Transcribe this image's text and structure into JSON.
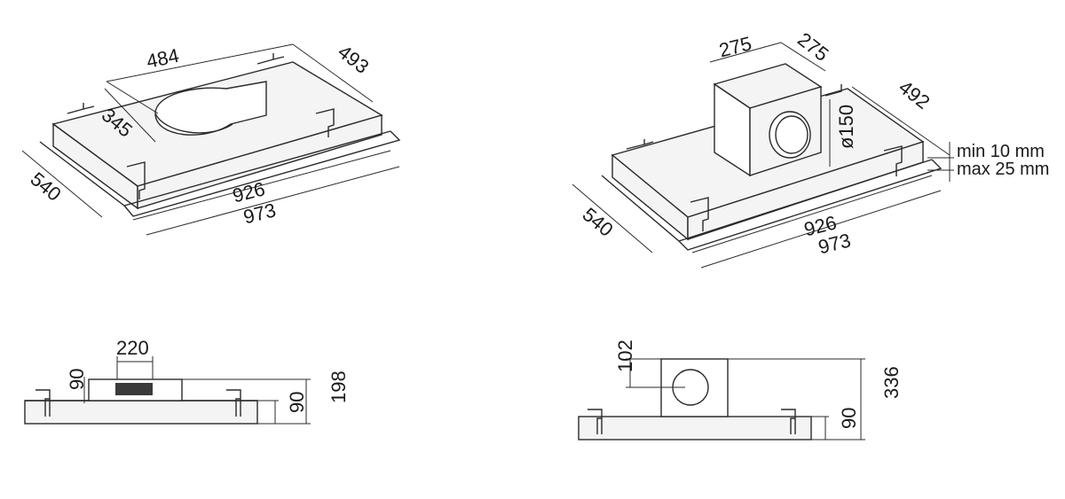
{
  "views": {
    "iso_left": {
      "w484": "484",
      "w493": "493",
      "w345": "345",
      "w540": "540",
      "w926": "926",
      "w973": "973"
    },
    "iso_right": {
      "w275a": "275",
      "w275b": "275",
      "w492": "492",
      "d150": "ø150",
      "min": "min 10 mm",
      "max": "max 25 mm",
      "w540": "540",
      "w926": "926",
      "w973": "973"
    },
    "side_left": {
      "w220": "220",
      "h90a": "90",
      "h90b": "90",
      "h198": "198"
    },
    "side_right": {
      "h102": "102",
      "h336": "336",
      "h90": "90"
    }
  }
}
